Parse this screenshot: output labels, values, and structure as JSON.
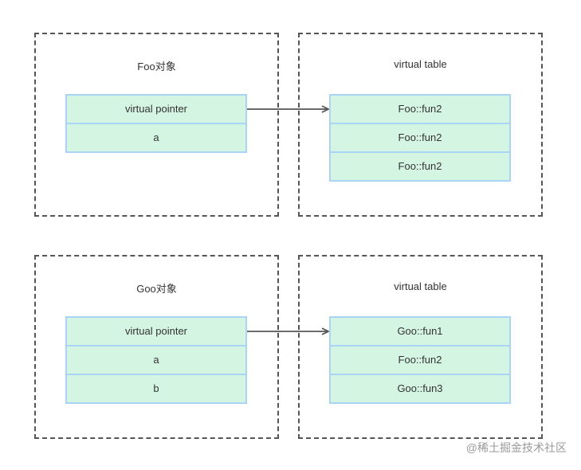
{
  "diagrams": [
    {
      "object_title": "Foo对象",
      "object_fields": [
        "virtual pointer",
        "a"
      ],
      "vtable_title": "virtual table",
      "vtable_entries": [
        "Foo::fun2",
        "Foo::fun2",
        "Foo::fun2"
      ]
    },
    {
      "object_title": "Goo对象",
      "object_fields": [
        "virtual pointer",
        "a",
        "b"
      ],
      "vtable_title": "virtual table",
      "vtable_entries": [
        "Goo::fun1",
        "Foo::fun2",
        "Goo::fun3"
      ]
    }
  ],
  "watermark": "@稀土掘金技术社区",
  "colors": {
    "cell_fill": "#d5f5e3",
    "cell_border": "#a9d4f5",
    "dashed_border": "#555555",
    "arrow": "#555555"
  }
}
